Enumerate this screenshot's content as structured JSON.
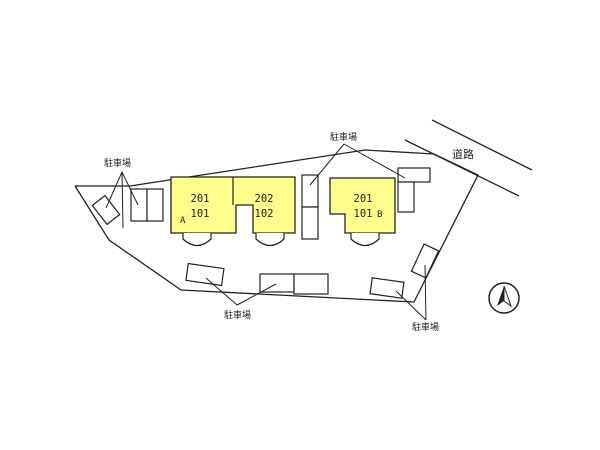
{
  "labels": {
    "parking_top_left": "駐車場",
    "parking_top_center": "駐車場",
    "parking_bottom_center": "駐車場",
    "parking_bottom_right": "駐車場",
    "road": "道路"
  },
  "buildings": [
    {
      "id": "A",
      "tag": "A",
      "units": [
        {
          "upper": "201",
          "lower": "101"
        },
        {
          "upper": "202",
          "lower": "102"
        }
      ]
    },
    {
      "id": "B",
      "tag": "B",
      "units": [
        {
          "upper": "201",
          "lower": "101"
        }
      ]
    }
  ],
  "colors": {
    "building_fill": "#ffff8c",
    "line": "#222222",
    "background": "#ffffff"
  },
  "icons": {
    "compass": "north-arrow-icon"
  }
}
